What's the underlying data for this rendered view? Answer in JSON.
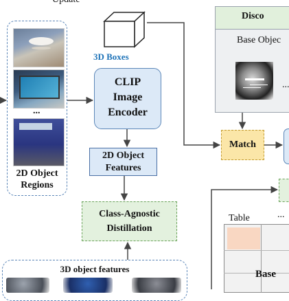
{
  "header": {
    "update_label": "Update"
  },
  "regions_panel": {
    "label_line1": "2D Object",
    "label_line2": "Regions",
    "ellipsis": "..."
  },
  "boxes": {
    "label": "3D Boxes"
  },
  "encoder": {
    "line1": "CLIP",
    "line2": "Image",
    "line3": "Encoder"
  },
  "features2d": {
    "line1": "2D Object",
    "line2": "Features"
  },
  "distillation": {
    "line1": "Class-Agnostic",
    "line2": "Distillation"
  },
  "features3d": {
    "label": "3D object features"
  },
  "discovery": {
    "title": "Disco",
    "subtitle": "Base Objec",
    "ellipsis": "..."
  },
  "match": {
    "label": "Match"
  },
  "table": {
    "label": "Table",
    "ellipsis": "...",
    "row_label": "Base"
  },
  "colors": {
    "blue_box": "#dce9f7",
    "blue_border": "#5b86b8",
    "green_box": "#e3f1de",
    "yellow_box": "#fbe6a8",
    "accent_text": "#1e73b8"
  }
}
